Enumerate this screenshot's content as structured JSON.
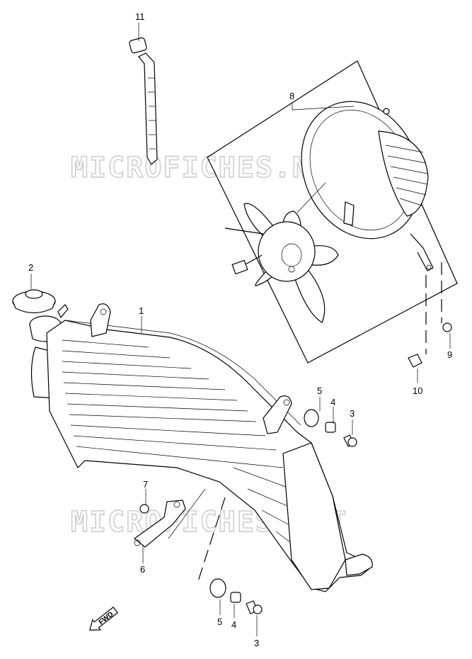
{
  "watermark": {
    "text_top": "MICROFICHES.NET",
    "text_bottom": "MICROFICHES.NET"
  },
  "direction": {
    "label": "FWD"
  },
  "callouts": {
    "radiator": "1",
    "cap": "2",
    "bolt_right": "3",
    "bolt_bottom": "3",
    "collar_right": "4",
    "collar_bottom": "4",
    "cushion_right": "5",
    "cushion_bottom": "5",
    "bracket": "6",
    "bracket_bolt": "7",
    "fan_assembly": "8",
    "fan_bolt": "9",
    "nut": "10",
    "clamp": "11"
  }
}
